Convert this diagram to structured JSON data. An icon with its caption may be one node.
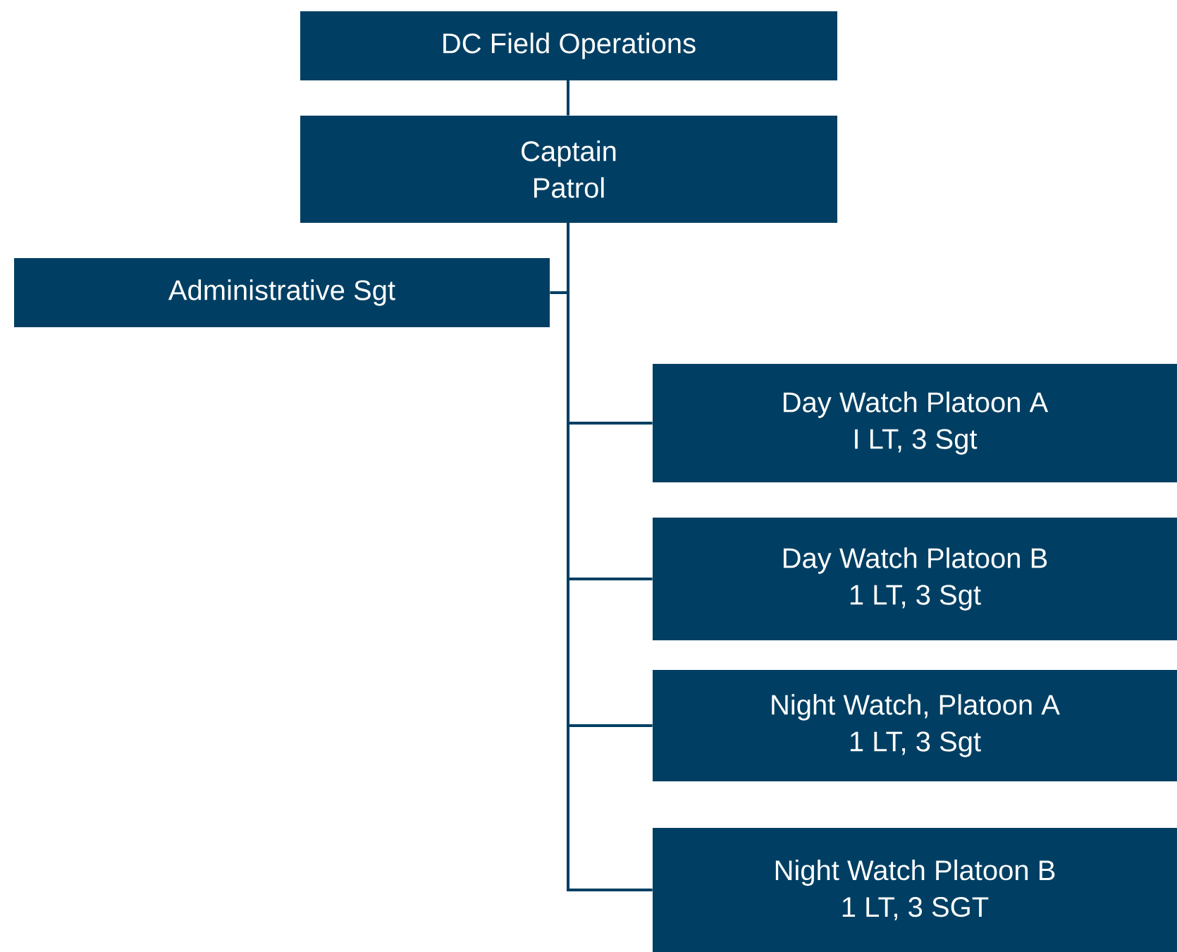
{
  "diagram": {
    "nodes": [
      {
        "text": [
          "DC Field Operations"
        ]
      },
      {
        "text": [
          "Captain",
          "Patrol"
        ]
      },
      {
        "text": [
          "Administrative Sgt"
        ]
      },
      {
        "text": [
          "Day Watch Platoon A",
          "I LT, 3 Sgt"
        ]
      },
      {
        "text": [
          "Day Watch Platoon B",
          "1 LT, 3 Sgt"
        ]
      },
      {
        "text": [
          "Night Watch, Platoon A",
          "1 LT, 3 Sgt"
        ]
      },
      {
        "text": [
          "Night Watch Platoon B",
          "1 LT, 3 SGT"
        ]
      }
    ],
    "edges": [
      {
        "from": 0,
        "to": 1,
        "arrow": "none"
      },
      {
        "from": 1,
        "to": 2,
        "arrow": "none"
      },
      {
        "from": 1,
        "to": 3,
        "arrow": "none"
      },
      {
        "from": 1,
        "to": 4,
        "arrow": "none"
      },
      {
        "from": 1,
        "to": 5,
        "arrow": "none"
      },
      {
        "from": 1,
        "to": 6,
        "arrow": "none"
      }
    ]
  }
}
